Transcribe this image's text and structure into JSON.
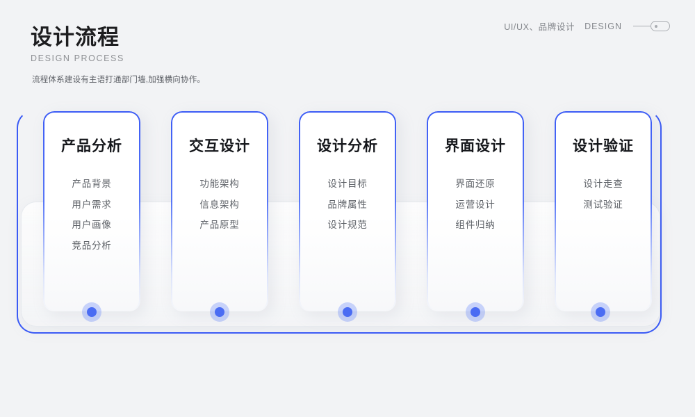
{
  "header": {
    "main_title": "设计流程",
    "sub_title": "DESIGN PROCESS",
    "description": "流程体系建设有主语打通部门墙,加强横向协作。",
    "tag_cn": "UI/UX、品牌设计",
    "tag_en": "DESIGN",
    "toggle_state": "on"
  },
  "colors": {
    "accent_blue": "#3b5bf5",
    "dot_blue": "#4a6cf3",
    "dot_halo": "rgba(110,140,250,0.35)",
    "background": "#f2f3f5",
    "title_text": "#1d1d1f",
    "muted_text": "#85888d"
  },
  "flow": {
    "cards": [
      {
        "title": "产品分析",
        "items": [
          "产品背景",
          "用户需求",
          "用户画像",
          "竞品分析"
        ]
      },
      {
        "title": "交互设计",
        "items": [
          "功能架构",
          "信息架构",
          "产品原型"
        ]
      },
      {
        "title": "设计分析",
        "items": [
          "设计目标",
          "品牌属性",
          "设计规范"
        ]
      },
      {
        "title": "界面设计",
        "items": [
          "界面还原",
          "运营设计",
          "组件归纳"
        ]
      },
      {
        "title": "设计验证",
        "items": [
          "设计走查",
          "测试验证"
        ]
      }
    ]
  }
}
